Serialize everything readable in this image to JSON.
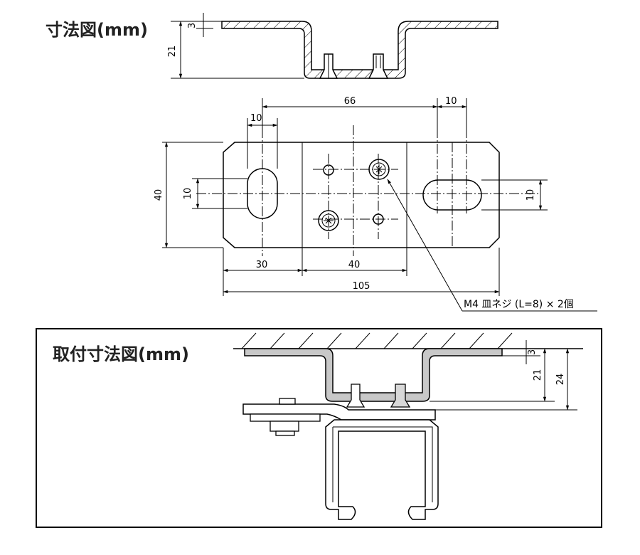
{
  "titles": {
    "dimension_drawing": "寸法図(mm)",
    "mounting_drawing": "取付寸法図(mm)"
  },
  "side_view": {
    "thickness": "3",
    "height": "21"
  },
  "plan_view": {
    "slot_pitch": "66",
    "slot_length_left": "10",
    "slot_length_right": "10",
    "overall_width": "40",
    "slot_width_left": "10",
    "slot_width_right": "10",
    "end_offset": "30",
    "hole_pitch": "40",
    "overall_length": "105",
    "screw_note": "M4 皿ネジ (L=8)  × 2個"
  },
  "mount_view": {
    "thickness": "3",
    "bracket_height": "21",
    "total_height": "24"
  }
}
